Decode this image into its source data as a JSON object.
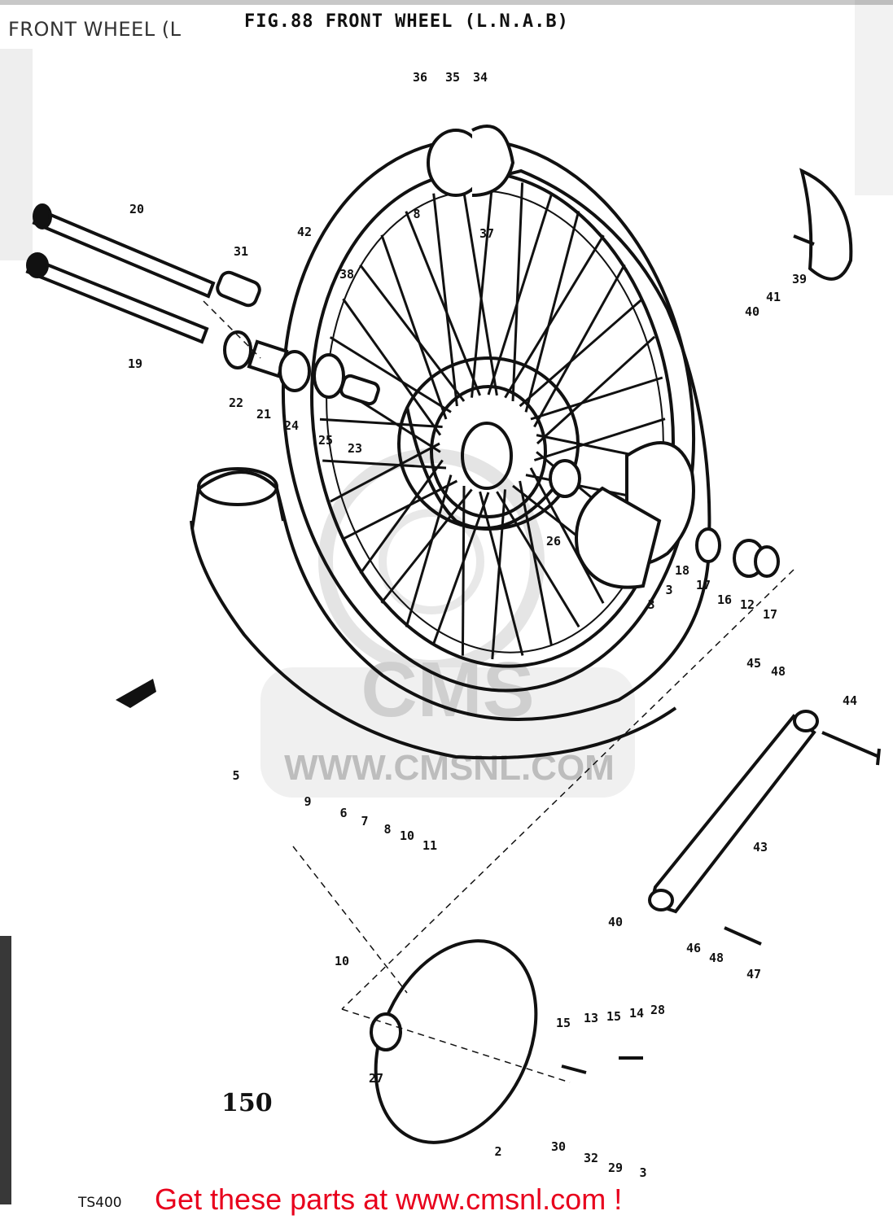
{
  "header": {
    "left_title": "FRONT WHEEL (L",
    "figure_title": "FIG.88  FRONT WHEEL (L.N.A.B)"
  },
  "labels": {
    "page_number": "150",
    "model_code": "TS400"
  },
  "watermark": {
    "url": "WWW.CMSNL.COM",
    "logo": "CMS"
  },
  "footer": {
    "cta": "Get these parts at www.cmsnl.com !"
  },
  "part_callouts": [
    {
      "id": "c36",
      "label": "36"
    },
    {
      "id": "c35",
      "label": "35"
    },
    {
      "id": "c34",
      "label": "34"
    },
    {
      "id": "c37",
      "label": "37"
    },
    {
      "id": "c20",
      "label": "20"
    },
    {
      "id": "c31",
      "label": "31"
    },
    {
      "id": "c19",
      "label": "19"
    },
    {
      "id": "c42",
      "label": "42"
    },
    {
      "id": "c38",
      "label": "38"
    },
    {
      "id": "c8a",
      "label": "8"
    },
    {
      "id": "c39",
      "label": "39"
    },
    {
      "id": "c40a",
      "label": "40"
    },
    {
      "id": "c41",
      "label": "41"
    },
    {
      "id": "c22",
      "label": "22"
    },
    {
      "id": "c21",
      "label": "21"
    },
    {
      "id": "c24",
      "label": "24"
    },
    {
      "id": "c25",
      "label": "25"
    },
    {
      "id": "c23",
      "label": "23"
    },
    {
      "id": "c26",
      "label": "26"
    },
    {
      "id": "c18",
      "label": "18"
    },
    {
      "id": "c3a",
      "label": "3"
    },
    {
      "id": "c3b",
      "label": "3"
    },
    {
      "id": "c17a",
      "label": "17"
    },
    {
      "id": "c16",
      "label": "16"
    },
    {
      "id": "c12",
      "label": "12"
    },
    {
      "id": "c17b",
      "label": "17"
    },
    {
      "id": "c45",
      "label": "45"
    },
    {
      "id": "c48a",
      "label": "48"
    },
    {
      "id": "c44",
      "label": "44"
    },
    {
      "id": "c43",
      "label": "43"
    },
    {
      "id": "c5",
      "label": "5"
    },
    {
      "id": "c9",
      "label": "9"
    },
    {
      "id": "c6",
      "label": "6"
    },
    {
      "id": "c7",
      "label": "7"
    },
    {
      "id": "c8b",
      "label": "8"
    },
    {
      "id": "c10a",
      "label": "10"
    },
    {
      "id": "c11",
      "label": "11"
    },
    {
      "id": "c10b",
      "label": "10"
    },
    {
      "id": "c40b",
      "label": "40"
    },
    {
      "id": "c46",
      "label": "46"
    },
    {
      "id": "c48b",
      "label": "48"
    },
    {
      "id": "c47",
      "label": "47"
    },
    {
      "id": "c27",
      "label": "27"
    },
    {
      "id": "c15a",
      "label": "15"
    },
    {
      "id": "c13",
      "label": "13"
    },
    {
      "id": "c15b",
      "label": "15"
    },
    {
      "id": "c14",
      "label": "14"
    },
    {
      "id": "c28",
      "label": "28"
    },
    {
      "id": "c30",
      "label": "30"
    },
    {
      "id": "c32",
      "label": "32"
    },
    {
      "id": "c29",
      "label": "29"
    },
    {
      "id": "c33",
      "label": "3"
    },
    {
      "id": "c2",
      "label": "2"
    }
  ]
}
